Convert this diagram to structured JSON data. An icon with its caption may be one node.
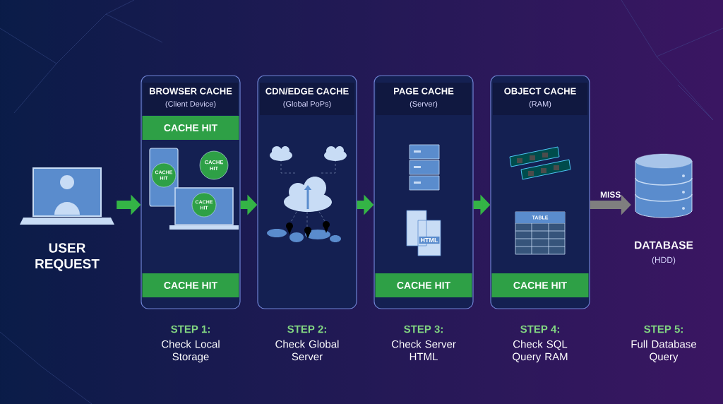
{
  "diagram": {
    "nodes": [
      {
        "text": [
          "USER REQUEST"
        ]
      },
      {
        "text": [
          "BROWSER CACHE",
          "(Client Device)",
          "CACHE HIT",
          "CACHE HIT"
        ],
        "beside": [
          "STEP 1:",
          "Check Local Storage"
        ]
      },
      {
        "text": [
          "CDN/EDGE CACHE",
          "(Global PoPs)"
        ],
        "beside": [
          "STEP 2:",
          "Check Global Server"
        ]
      },
      {
        "text": [
          "PAGE CACHE",
          "(Server)",
          "CACHE HIT"
        ],
        "beside": [
          "STEP 3:",
          "Check Server HTML"
        ]
      },
      {
        "text": [
          "OBJECT CACHE",
          "(RAM)",
          "CACHE HIT"
        ],
        "beside": [
          "STEP 4:",
          "Check SQL Query RAM"
        ]
      },
      {
        "text": [
          "DATABASE",
          "(HDD)"
        ],
        "beside": [
          "STEP 5:",
          "Full Database Query"
        ]
      }
    ],
    "edges": [
      {
        "from": 0,
        "to": 1,
        "arrow": "to"
      },
      {
        "from": 1,
        "to": 2,
        "arrow": "to"
      },
      {
        "from": 2,
        "to": 3,
        "arrow": "to"
      },
      {
        "from": 3,
        "to": 4,
        "arrow": "to"
      },
      {
        "from": 4,
        "to": 5,
        "arrow": "to",
        "label": "MISS",
        "color": "#7f7f7f"
      }
    ],
    "labels": [
      "CACHE HIT",
      "CACHE HIT",
      "CACHE HIT",
      "HTML",
      "TABLE"
    ]
  }
}
